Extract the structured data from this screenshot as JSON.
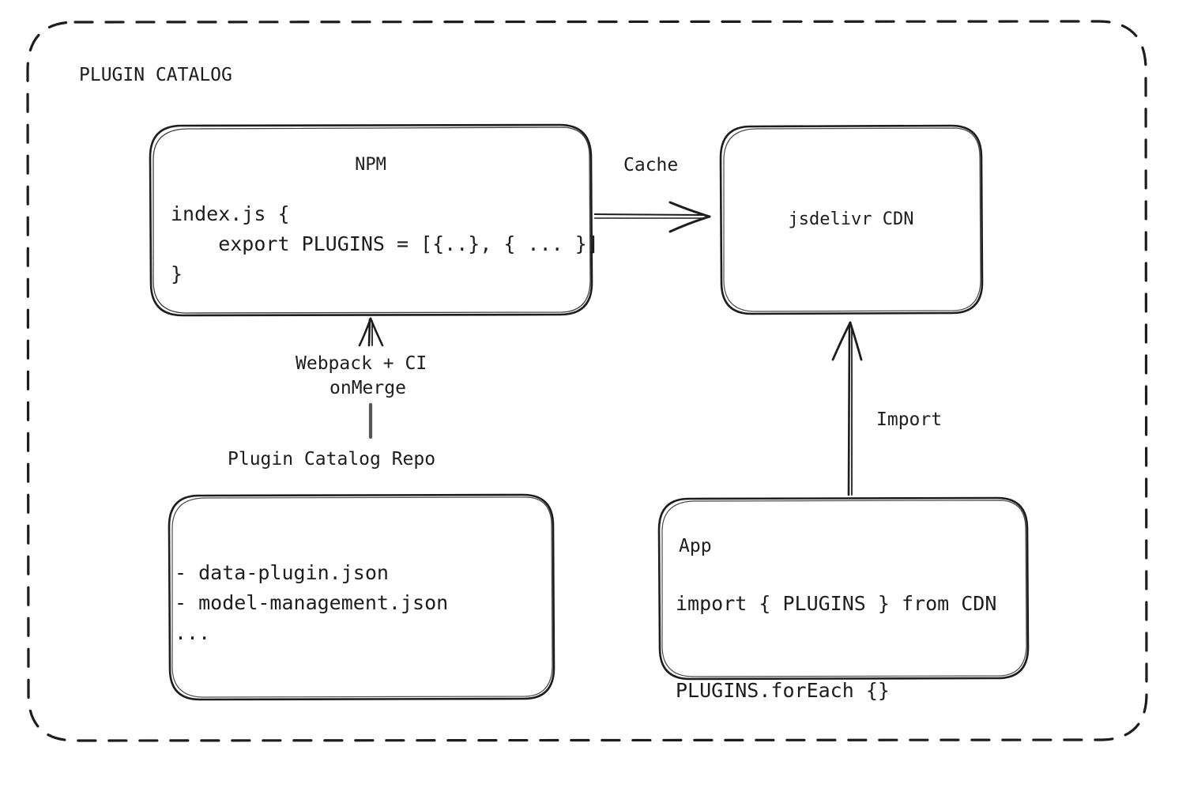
{
  "diagram": {
    "group": {
      "title": "PLUGIN CATALOG",
      "border_style": "dashed",
      "border_color": "#1d1d1d"
    },
    "nodes": {
      "npm": {
        "title": "NPM",
        "code": "index.js {\n    export PLUGINS = [{..}, { ... }]\n}"
      },
      "cdn": {
        "title": "jsdelivr CDN"
      },
      "repo": {
        "label": "Plugin Catalog Repo",
        "items": "- data-plugin.json\n- model-management.json\n..."
      },
      "app": {
        "title": "App",
        "code": "import { PLUGINS } from CDN\n\nPLUGINS.forEach {}"
      }
    },
    "edges": {
      "npm_to_cdn": {
        "label": "Cache",
        "direction": "right"
      },
      "repo_to_npm": {
        "label_line1": "Webpack + CI",
        "label_line2": "onMerge",
        "direction": "up"
      },
      "app_to_cdn": {
        "label": "Import",
        "direction": "up"
      }
    },
    "colors": {
      "stroke": "#1d1d1d",
      "background": "#ffffff"
    }
  }
}
